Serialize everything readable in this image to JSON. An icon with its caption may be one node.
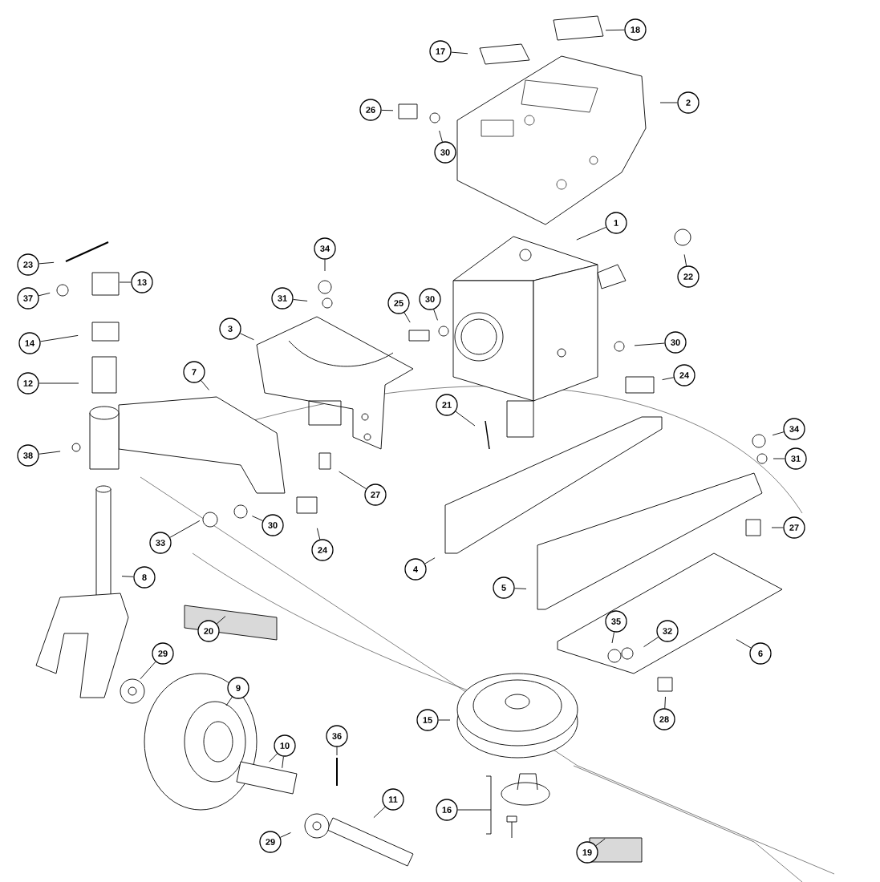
{
  "diagram": {
    "nodes": [
      {
        "text": [
          "18"
        ]
      },
      {
        "text": [
          "17"
        ]
      },
      {
        "text": [
          "2"
        ]
      },
      {
        "text": [
          "26"
        ]
      },
      {
        "text": [
          "30"
        ]
      },
      {
        "text": [
          "1"
        ]
      },
      {
        "text": [
          "23"
        ]
      },
      {
        "text": [
          "34"
        ]
      },
      {
        "text": [
          "22"
        ]
      },
      {
        "text": [
          "13"
        ]
      },
      {
        "text": [
          "31"
        ]
      },
      {
        "text": [
          "37"
        ]
      },
      {
        "text": [
          "30"
        ]
      },
      {
        "text": [
          "25"
        ]
      },
      {
        "text": [
          "3"
        ]
      },
      {
        "text": [
          "30"
        ]
      },
      {
        "text": [
          "14"
        ]
      },
      {
        "text": [
          "7"
        ]
      },
      {
        "text": [
          "24"
        ]
      },
      {
        "text": [
          "12"
        ]
      },
      {
        "text": [
          "21"
        ]
      },
      {
        "text": [
          "34"
        ]
      },
      {
        "text": [
          "38"
        ]
      },
      {
        "text": [
          "31"
        ]
      },
      {
        "text": [
          "27"
        ]
      },
      {
        "text": [
          "30"
        ]
      },
      {
        "text": [
          "27"
        ]
      },
      {
        "text": [
          "33"
        ]
      },
      {
        "text": [
          "24"
        ]
      },
      {
        "text": [
          "4"
        ]
      },
      {
        "text": [
          "8"
        ]
      },
      {
        "text": [
          "5"
        ]
      },
      {
        "text": [
          "35"
        ]
      },
      {
        "text": [
          "32"
        ]
      },
      {
        "text": [
          "20"
        ]
      },
      {
        "text": [
          "6"
        ]
      },
      {
        "text": [
          "29"
        ]
      },
      {
        "text": [
          "9"
        ]
      },
      {
        "text": [
          "28"
        ]
      },
      {
        "text": [
          "15"
        ]
      },
      {
        "text": [
          "36"
        ]
      },
      {
        "text": [
          "10"
        ]
      },
      {
        "text": [
          "11"
        ]
      },
      {
        "text": [
          "16"
        ]
      },
      {
        "text": [
          "29"
        ]
      },
      {
        "text": [
          "19"
        ]
      }
    ],
    "edges": [
      {
        "from": 0,
        "to": null,
        "arrow": "none"
      },
      {
        "from": 1,
        "to": null,
        "arrow": "none"
      },
      {
        "from": 2,
        "to": null,
        "arrow": "none"
      },
      {
        "from": 3,
        "to": null,
        "arrow": "none"
      },
      {
        "from": 4,
        "to": null,
        "arrow": "none"
      },
      {
        "from": 5,
        "to": null,
        "arrow": "none"
      },
      {
        "from": 6,
        "to": null,
        "arrow": "none"
      },
      {
        "from": 7,
        "to": null,
        "arrow": "none"
      },
      {
        "from": 8,
        "to": null,
        "arrow": "none"
      },
      {
        "from": 9,
        "to": null,
        "arrow": "none"
      },
      {
        "from": 10,
        "to": null,
        "arrow": "none"
      },
      {
        "from": 11,
        "to": null,
        "arrow": "none"
      },
      {
        "from": 12,
        "to": null,
        "arrow": "none"
      },
      {
        "from": 13,
        "to": null,
        "arrow": "none"
      },
      {
        "from": 14,
        "to": null,
        "arrow": "none"
      },
      {
        "from": 15,
        "to": null,
        "arrow": "none"
      },
      {
        "from": 16,
        "to": null,
        "arrow": "none"
      },
      {
        "from": 17,
        "to": null,
        "arrow": "none"
      },
      {
        "from": 18,
        "to": null,
        "arrow": "none"
      },
      {
        "from": 19,
        "to": null,
        "arrow": "none"
      },
      {
        "from": 20,
        "to": null,
        "arrow": "none"
      },
      {
        "from": 21,
        "to": null,
        "arrow": "none"
      },
      {
        "from": 22,
        "to": null,
        "arrow": "none"
      },
      {
        "from": 23,
        "to": null,
        "arrow": "none"
      },
      {
        "from": 24,
        "to": null,
        "arrow": "none"
      },
      {
        "from": 25,
        "to": null,
        "arrow": "none"
      },
      {
        "from": 26,
        "to": null,
        "arrow": "none"
      },
      {
        "from": 27,
        "to": null,
        "arrow": "none"
      },
      {
        "from": 28,
        "to": null,
        "arrow": "none"
      },
      {
        "from": 29,
        "to": null,
        "arrow": "none"
      },
      {
        "from": 30,
        "to": null,
        "arrow": "none"
      },
      {
        "from": 31,
        "to": null,
        "arrow": "none"
      },
      {
        "from": 32,
        "to": null,
        "arrow": "none"
      },
      {
        "from": 33,
        "to": null,
        "arrow": "none"
      },
      {
        "from": 34,
        "to": null,
        "arrow": "none"
      },
      {
        "from": 35,
        "to": null,
        "arrow": "none"
      },
      {
        "from": 36,
        "to": null,
        "arrow": "none"
      },
      {
        "from": 37,
        "to": null,
        "arrow": "none"
      },
      {
        "from": 38,
        "to": null,
        "arrow": "none"
      },
      {
        "from": 39,
        "to": null,
        "arrow": "none"
      },
      {
        "from": 40,
        "to": null,
        "arrow": "none"
      },
      {
        "from": 41,
        "to": null,
        "arrow": "none"
      },
      {
        "from": 41,
        "to": null,
        "arrow": "none"
      },
      {
        "from": 42,
        "to": null,
        "arrow": "none"
      },
      {
        "from": 43,
        "to": null,
        "arrow": "none"
      },
      {
        "from": 44,
        "to": null,
        "arrow": "none"
      },
      {
        "from": 45,
        "to": null,
        "arrow": "none"
      }
    ]
  }
}
